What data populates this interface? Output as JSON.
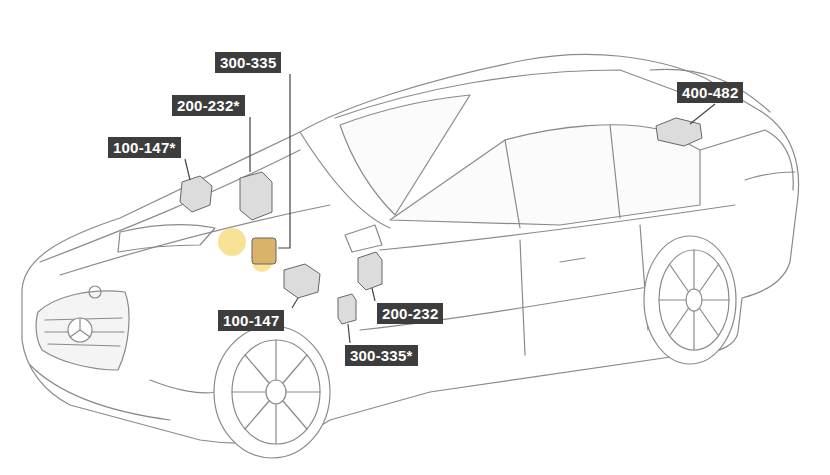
{
  "diagram": {
    "labels": [
      "300-335",
      "400-482",
      "200-232*",
      "100-147*",
      "200-232",
      "100-147",
      "300-335*"
    ]
  }
}
